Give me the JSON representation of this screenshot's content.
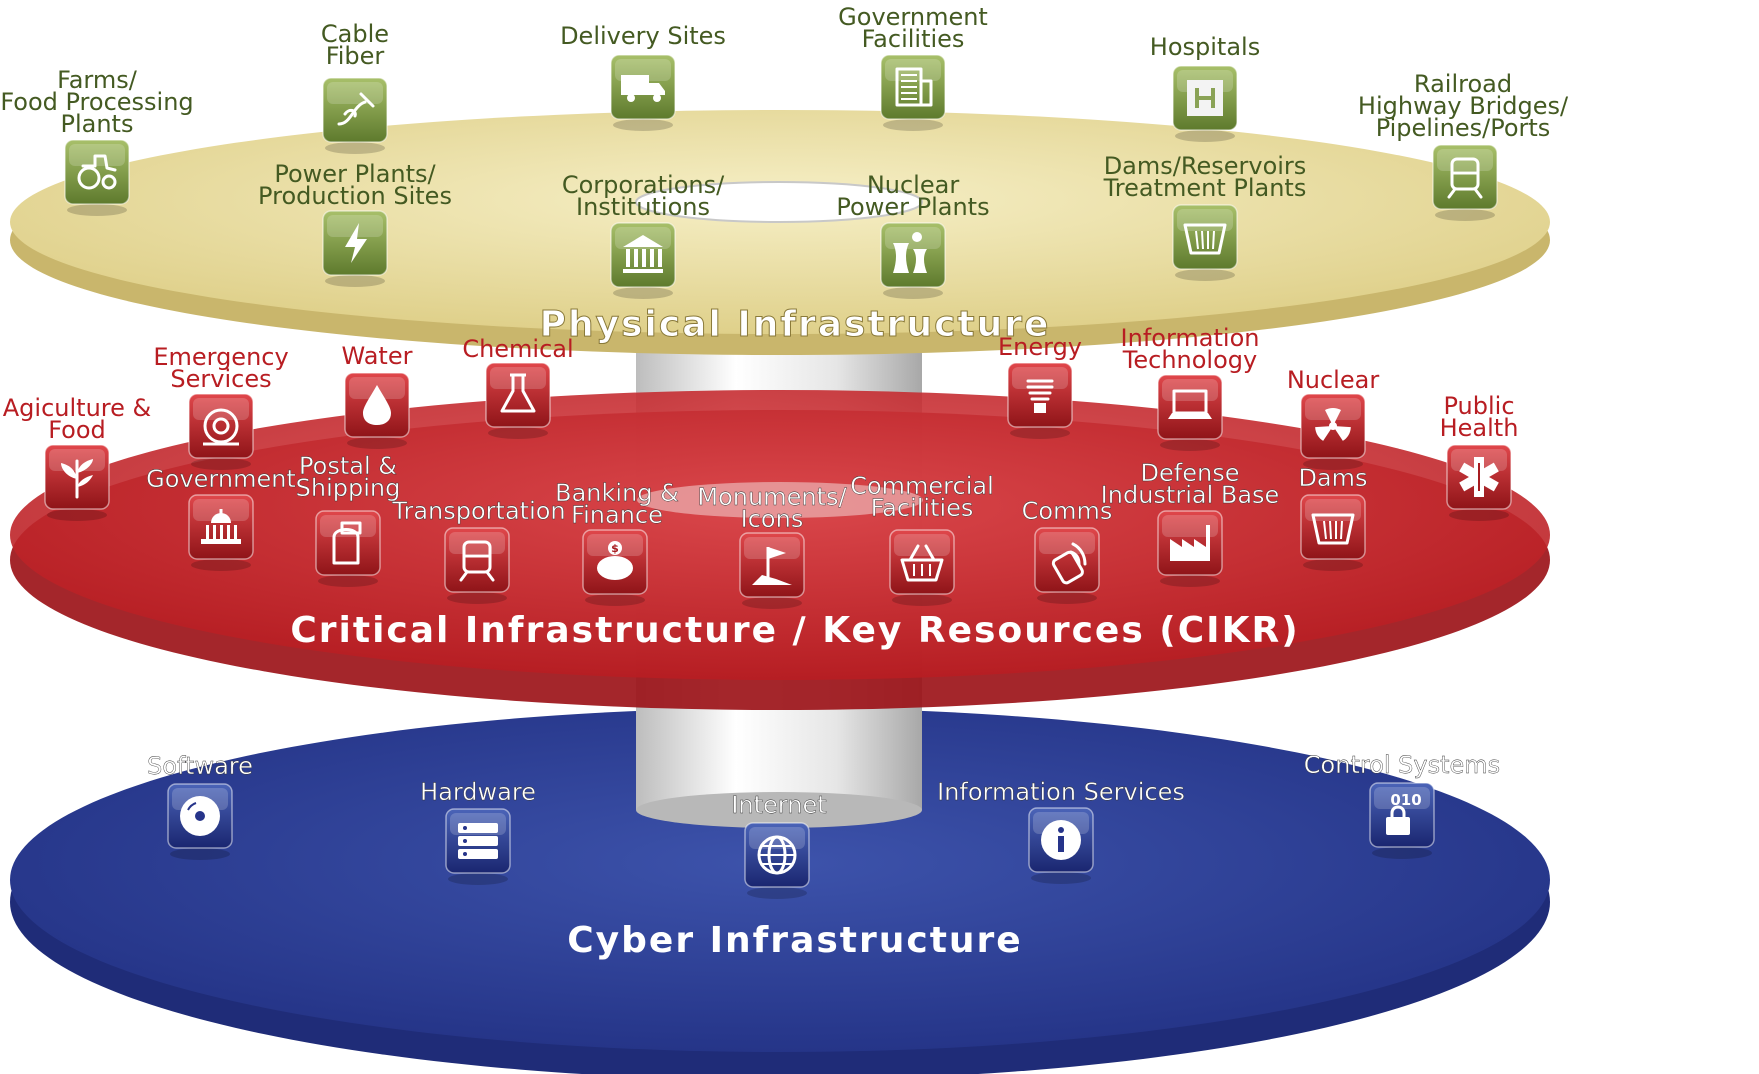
{
  "layers": {
    "physical": {
      "title": "Physical Infrastructure",
      "color": "#e5d9a1",
      "icon_color": "#7e9a46",
      "items": [
        {
          "key": "farms",
          "lines": [
            "Farms/",
            "Food Processing",
            "Plants"
          ],
          "icon": "tractor-icon"
        },
        {
          "key": "cable",
          "lines": [
            "Cable",
            "Fiber"
          ],
          "icon": "cable-fiber-icon"
        },
        {
          "key": "delivery",
          "lines": [
            "Delivery Sites"
          ],
          "icon": "delivery-truck-icon"
        },
        {
          "key": "govfac",
          "lines": [
            "Government",
            "Facilities"
          ],
          "icon": "office-building-icon"
        },
        {
          "key": "hospitals",
          "lines": [
            "Hospitals"
          ],
          "icon": "hospital-h-icon"
        },
        {
          "key": "railroad",
          "lines": [
            "Railroad",
            "Highway Bridges/",
            "Pipelines/Ports"
          ],
          "icon": "train-icon"
        },
        {
          "key": "power",
          "lines": [
            "Power Plants/",
            "Production Sites"
          ],
          "icon": "lightning-icon"
        },
        {
          "key": "corps",
          "lines": [
            "Corporations/",
            "Institutions"
          ],
          "icon": "institution-building-icon"
        },
        {
          "key": "nuclearpp",
          "lines": [
            "Nuclear",
            "Power Plants"
          ],
          "icon": "cooling-tower-icon"
        },
        {
          "key": "dams",
          "lines": [
            "Dams/Reservoirs",
            "Treatment Plants"
          ],
          "icon": "dam-icon"
        }
      ]
    },
    "cikr": {
      "title": "Critical Infrastructure / Key Resources (CIKR)",
      "color": "#c8282d",
      "icon_color": "#a71c20",
      "items": [
        {
          "key": "agri",
          "lines": [
            "Agiculture &",
            "Food"
          ],
          "icon": "plant-icon"
        },
        {
          "key": "emergency",
          "lines": [
            "Emergency",
            "Services"
          ],
          "icon": "alarm-bell-icon"
        },
        {
          "key": "water",
          "lines": [
            "Water"
          ],
          "icon": "water-drop-icon"
        },
        {
          "key": "chemical",
          "lines": [
            "Chemical"
          ],
          "icon": "flask-icon"
        },
        {
          "key": "energy",
          "lines": [
            "Energy"
          ],
          "icon": "light-bulb-icon"
        },
        {
          "key": "it",
          "lines": [
            "Information",
            "Technology"
          ],
          "icon": "laptop-icon"
        },
        {
          "key": "nuclear",
          "lines": [
            "Nuclear"
          ],
          "icon": "radiation-icon"
        },
        {
          "key": "health",
          "lines": [
            "Public",
            "Health"
          ],
          "icon": "medical-star-icon"
        },
        {
          "key": "government",
          "lines": [
            "Government"
          ],
          "icon": "capitol-icon"
        },
        {
          "key": "postal",
          "lines": [
            "Postal &",
            "Shipping"
          ],
          "icon": "mailbox-icon"
        },
        {
          "key": "transport",
          "lines": [
            "Transportation"
          ],
          "icon": "train-icon"
        },
        {
          "key": "banking",
          "lines": [
            "Banking &",
            "Finance"
          ],
          "icon": "piggy-bank-icon"
        },
        {
          "key": "monuments",
          "lines": [
            "Monuments/",
            "Icons"
          ],
          "icon": "flag-monument-icon"
        },
        {
          "key": "commercial",
          "lines": [
            "Commercial",
            "Facilities"
          ],
          "icon": "shopping-basket-icon"
        },
        {
          "key": "comms",
          "lines": [
            "Comms"
          ],
          "icon": "phone-icon"
        },
        {
          "key": "defense",
          "lines": [
            "Defense",
            "Industrial Base"
          ],
          "icon": "factory-icon"
        },
        {
          "key": "damsr",
          "lines": [
            "Dams"
          ],
          "icon": "dam-icon"
        }
      ]
    },
    "cyber": {
      "title": "Cyber Infrastructure",
      "color": "#2b3c93",
      "icon_color": "#26348a",
      "items": [
        {
          "key": "software",
          "lines": [
            "Software"
          ],
          "icon": "disc-icon"
        },
        {
          "key": "hardware",
          "lines": [
            "Hardware"
          ],
          "icon": "server-icon"
        },
        {
          "key": "internet",
          "lines": [
            "Internet"
          ],
          "icon": "globe-icon"
        },
        {
          "key": "infoservices",
          "lines": [
            "Information Services"
          ],
          "icon": "info-icon"
        },
        {
          "key": "control",
          "lines": [
            "Control Systems"
          ],
          "icon": "padlock-010-icon",
          "icon_text": "010"
        }
      ]
    }
  }
}
